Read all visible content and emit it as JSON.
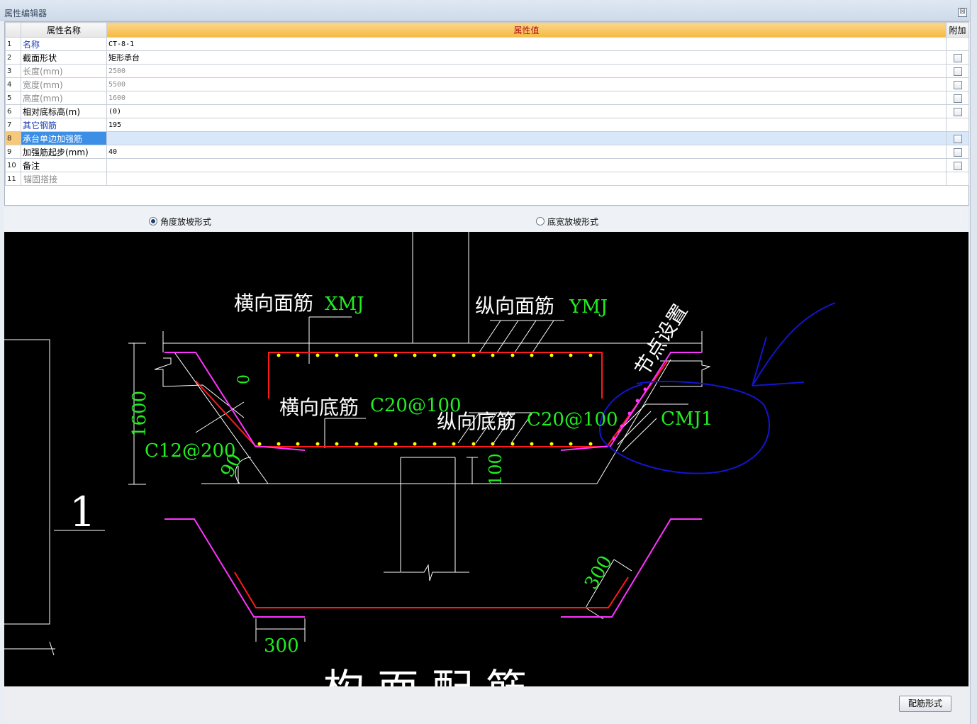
{
  "window": {
    "title": "属性编辑器",
    "close_glyph": "☒"
  },
  "grid": {
    "headers": {
      "name": "属性名称",
      "value": "属性值",
      "extra": "附加"
    },
    "rows": [
      {
        "no": "1",
        "name": "名称",
        "value": "CT-8-1"
      },
      {
        "no": "2",
        "name": "截面形状",
        "value": "矩形承台"
      },
      {
        "no": "3",
        "name": "长度(mm)",
        "value": "2500"
      },
      {
        "no": "4",
        "name": "宽度(mm)",
        "value": "5500"
      },
      {
        "no": "5",
        "name": "高度(mm)",
        "value": "1600"
      },
      {
        "no": "6",
        "name": "相对底标高(m)",
        "value": "(0)"
      },
      {
        "no": "7",
        "name": "其它钢筋",
        "value": "195"
      },
      {
        "no": "8",
        "name": "承台单边加强筋",
        "value": ""
      },
      {
        "no": "9",
        "name": "加强筋起步(mm)",
        "value": "40"
      },
      {
        "no": "10",
        "name": "备注",
        "value": ""
      },
      {
        "no": "11",
        "name": "锚固搭接",
        "value": ""
      }
    ]
  },
  "slope_options": {
    "angle": "角度放坡形式",
    "bottom_width": "底宽放坡形式",
    "selected": "angle"
  },
  "drawing": {
    "xmj": "横向面筋",
    "xmj_code": "XMJ",
    "ymj": "纵向面筋",
    "ymj_code": "YMJ",
    "node": "节点设置",
    "zero": "0",
    "xdj": "横向底筋",
    "xdj_code": "C20@100",
    "ydj": "纵向底筋",
    "ydj_code": "C20@100",
    "cmj": "CMJ1",
    "height": "1600",
    "side_bar": "C12@200",
    "angle": "90",
    "cover": "100",
    "sec_no": "1",
    "len1": "300",
    "len2": "300",
    "bottom_title": "构 面 配 筋",
    "colors": {
      "white": "#ffffff",
      "green": "#22ee22",
      "red": "#ff1a1a",
      "magenta": "#ff33ff",
      "yellow": "#ffff00",
      "blue": "#1414d0"
    }
  },
  "footer": {
    "button": "配筋形式"
  }
}
